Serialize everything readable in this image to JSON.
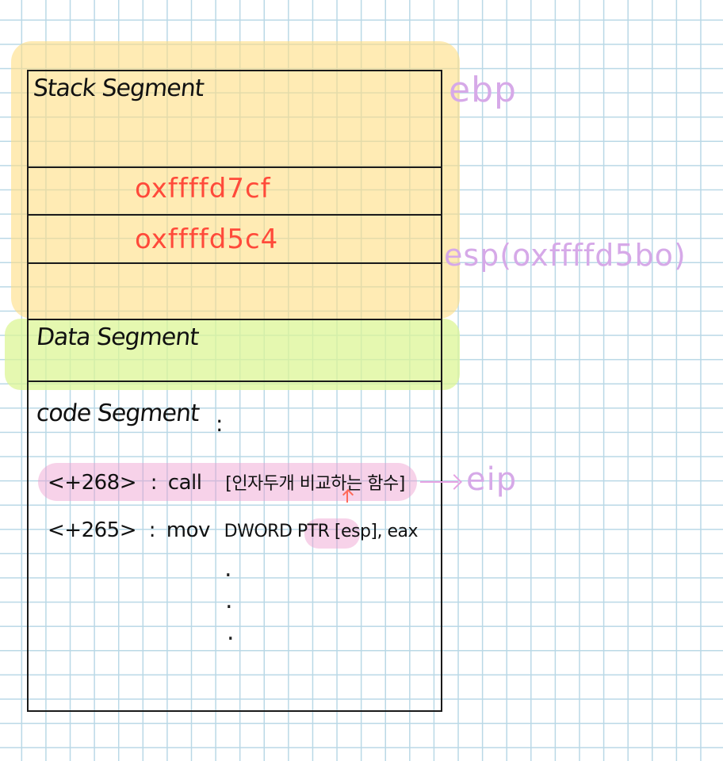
{
  "stack": {
    "label": "Stack Segment",
    "cells": [
      "oxffffd7cf",
      "oxffffd5c4"
    ]
  },
  "data_seg": {
    "label": "Data Segment"
  },
  "code_seg": {
    "label": "code Segment",
    "colon": ":",
    "lines": [
      {
        "offset": "<+268>",
        "sep": ":",
        "instr": "call",
        "operand": "[인자두개 비교하는 함수]"
      },
      {
        "offset": "<+265>",
        "sep": ":",
        "instr": "mov",
        "operand": "DWORD PTR [esp], eax"
      }
    ],
    "dots": [
      ".",
      ".",
      "."
    ]
  },
  "registers": {
    "ebp": "ebp",
    "esp": "esp(oxffffd5bo)",
    "eip": "eip"
  },
  "colors": {
    "stack_highlight": "#ffde82",
    "data_highlight": "#dcf696",
    "call_highlight": "#ee9cce",
    "address_text": "#ff4a3a",
    "register_text": "#d6a9e8"
  }
}
